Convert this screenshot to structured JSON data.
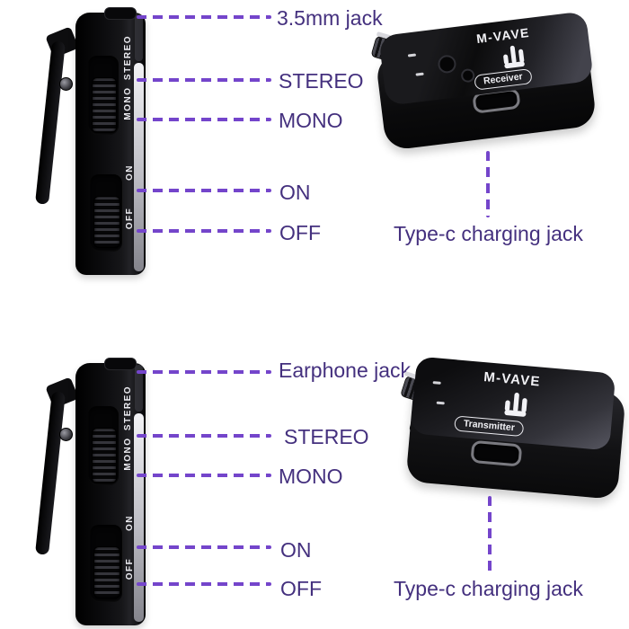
{
  "image_type": "product-annotation-diagram",
  "colors": {
    "label": "#44307e",
    "leader": "#7445cb"
  },
  "top": {
    "port_label": "3.5mm jack",
    "stereo_label": "STEREO",
    "mono_label": "MONO",
    "on_label": "ON",
    "off_label": "OFF",
    "charging_label": "Type-c charging jack",
    "device": {
      "brand": "M-VAVE",
      "role": "Receiver"
    }
  },
  "bottom": {
    "port_label": "Earphone jack",
    "stereo_label": "STEREO",
    "mono_label": "MONO",
    "on_label": "ON",
    "off_label": "OFF",
    "charging_label": "Type-c charging jack",
    "device": {
      "brand": "M-VAVE",
      "role": "Transmitter"
    }
  }
}
